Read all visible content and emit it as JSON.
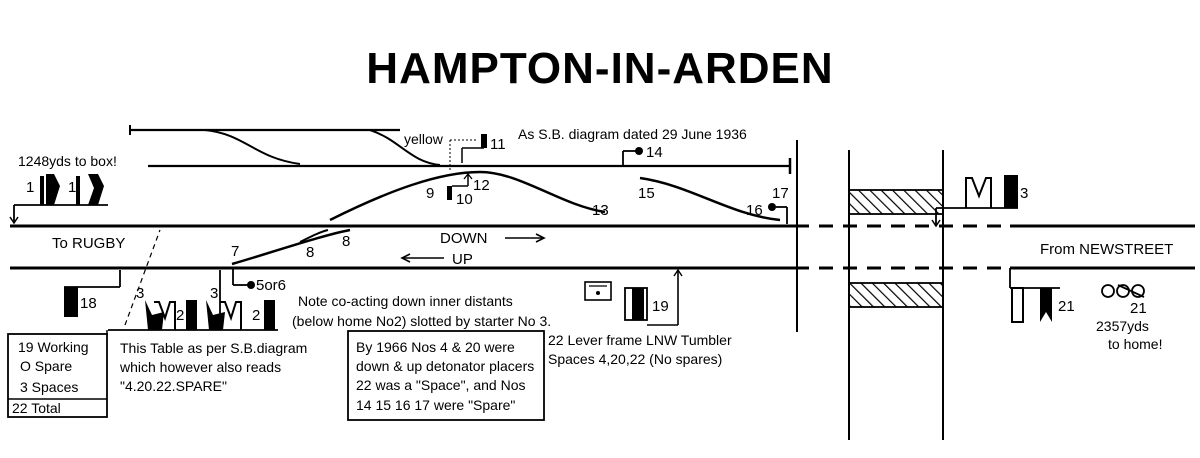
{
  "title": "HAMPTON-IN-ARDEN",
  "diagram_note": "As S.B. diagram dated 29 June 1936",
  "yellow_label": "yellow",
  "distance_left": "1248yds to box!",
  "distance_right": "2357yds",
  "to_home": "to home!",
  "to_rugby": "To RUGBY",
  "from_newstreet": "From NEWSTREET",
  "down_label": "DOWN",
  "up_label": "UP",
  "co_acting_note": {
    "line1": "Note co-acting down inner distants",
    "line2": "(below home No2) slotted by starter No 3."
  },
  "lever_frame": {
    "line1": "22 Lever frame LNW Tumbler",
    "line2": "Spaces 4,20,22 (No spares)"
  },
  "lever_summary": {
    "working": "19 Working",
    "spare": "O Spare",
    "spaces": "3 Spaces",
    "total": "22 Total"
  },
  "table_note": {
    "line1": "This Table as per S.B.diagram",
    "line2": "which however also reads",
    "line3": "\"4.20.22.SPARE\""
  },
  "box_1966": {
    "line1": "By 1966 Nos 4 & 20 were",
    "line2": "down & up detonator placers",
    "line3": "22 was a \"Space\", and Nos",
    "line4": "14 15 16 17 were \"Spare\""
  },
  "numbers": {
    "n1a": "1",
    "n1b": "1",
    "n2a": "2",
    "n2b": "2",
    "n3a": "3",
    "n3b": "3",
    "n3r": "3",
    "n5or6": "5or6",
    "n7": "7",
    "n8a": "8",
    "n8b": "8",
    "n9": "9",
    "n10": "10",
    "n11": "11",
    "n12": "12",
    "n13": "13",
    "n14": "14",
    "n15": "15",
    "n16": "16",
    "n17": "17",
    "n18": "18",
    "n19": "19",
    "n21a": "21",
    "n21b": "21"
  }
}
